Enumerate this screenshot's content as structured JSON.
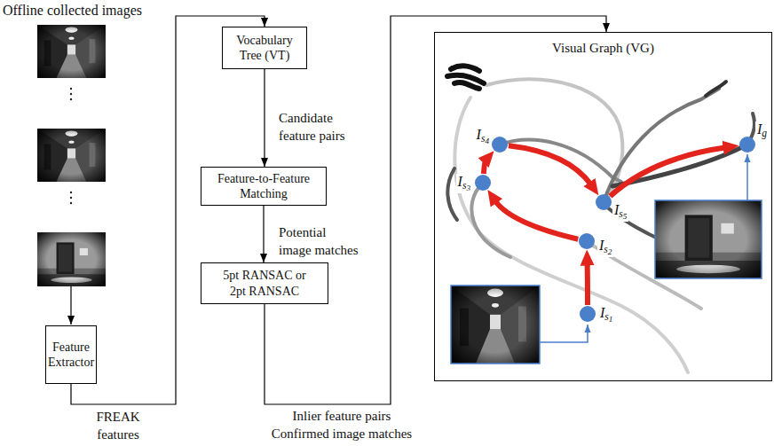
{
  "diagram": {
    "nodes": [
      {
        "text": [
          "Feature Extractor"
        ]
      },
      {
        "text": [
          "Vocabulary Tree (VT)"
        ]
      },
      {
        "text": [
          "Feature-to-Feature Matching"
        ]
      },
      {
        "text": [
          "5pt RANSAC or 2pt RANSAC"
        ]
      },
      {
        "text": [
          "Visual Graph (VG)"
        ]
      },
      {
        "text": [
          "Is1"
        ],
        "in": 4
      },
      {
        "text": [
          "Is2"
        ],
        "in": 4
      },
      {
        "text": [
          "Is3"
        ],
        "in": 4
      },
      {
        "text": [
          "Is4"
        ],
        "in": 4
      },
      {
        "text": [
          "Is5"
        ],
        "in": 4
      },
      {
        "text": [
          "Ig"
        ],
        "in": 4
      }
    ],
    "edges": [
      {
        "from": 0,
        "to": 1,
        "arrow": "to",
        "label": "FREAK features"
      },
      {
        "from": 1,
        "to": 2,
        "arrow": "to",
        "label": "Candidate feature pairs"
      },
      {
        "from": 2,
        "to": 3,
        "arrow": "to",
        "label": "Potential image matches"
      },
      {
        "from": 3,
        "to": 4,
        "arrow": "to",
        "label": "Inlier feature pairs Confirmed image matches"
      },
      {
        "from": 5,
        "to": 6,
        "arrow": "to"
      },
      {
        "from": 6,
        "to": 7,
        "arrow": "to"
      },
      {
        "from": 7,
        "to": 8,
        "arrow": "to"
      },
      {
        "from": 8,
        "to": 9,
        "arrow": "to"
      },
      {
        "from": 9,
        "to": 10,
        "arrow": "to"
      }
    ],
    "labels": [
      "Offline collected images"
    ]
  }
}
